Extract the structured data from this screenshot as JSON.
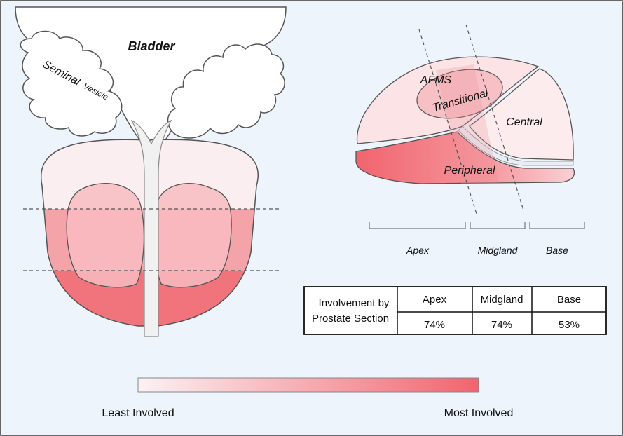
{
  "anatomy_labels": {
    "bladder": "Bladder",
    "seminal": "Seminal",
    "vesicle": "Vesicle"
  },
  "zone_labels": {
    "afms": "AFMS",
    "transitional": "Transitional",
    "central": "Central",
    "peripheral": "Peripheral"
  },
  "section_labels": {
    "apex": "Apex",
    "midgland": "Midgland",
    "base": "Base"
  },
  "table": {
    "row_header_line1": "Involvement by",
    "row_header_line2": "Prostate Section",
    "columns": [
      "Apex",
      "Midgland",
      "Base"
    ],
    "values": [
      "74%",
      "74%",
      "53%"
    ]
  },
  "legend": {
    "least": "Least Involved",
    "most": "Most Involved",
    "gradient_start": "#fbf2f4",
    "gradient_end": "#f1646e"
  },
  "colors": {
    "background": "#edf4fb",
    "low": "#fbeef0",
    "mid": "#f7c2c6",
    "high": "#f1646e"
  }
}
